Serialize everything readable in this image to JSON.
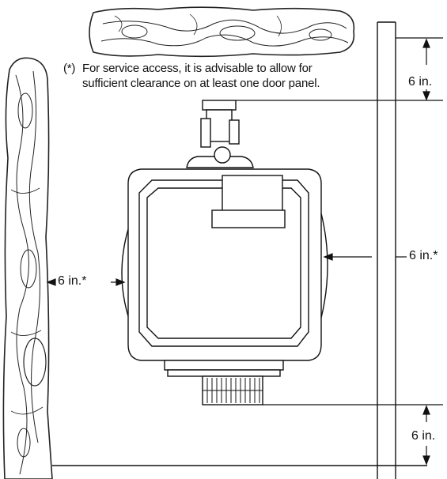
{
  "note": {
    "marker": "(*)",
    "line1": "For service access, it is advisable to allow for",
    "line2": "sufficient clearance on at least one door panel."
  },
  "dimensions": {
    "top": "6 in.",
    "right": "6 in.*",
    "left": "6 in.*",
    "bottom": "6 in."
  }
}
